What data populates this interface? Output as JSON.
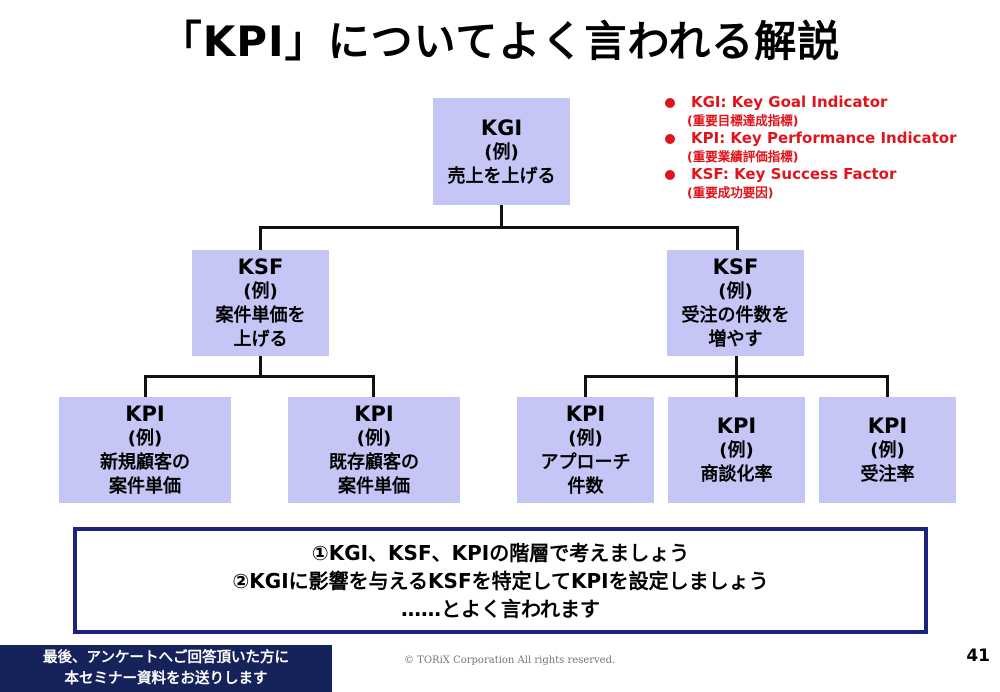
{
  "title": "「KPI」についてよく言われる解説",
  "colors": {
    "node_fill": "#c5c5f6",
    "legend_text": "#e0141c",
    "summary_border": "#1a237e",
    "banner_bg": "#16225a"
  },
  "tree": {
    "kgi": {
      "head": "KGI",
      "example": "(例)",
      "lines": [
        "売上を上げる"
      ]
    },
    "ksf": [
      {
        "head": "KSF",
        "example": "(例)",
        "lines": [
          "案件単価を",
          "上げる"
        ]
      },
      {
        "head": "KSF",
        "example": "(例)",
        "lines": [
          "受注の件数を",
          "増やす"
        ]
      }
    ],
    "kpi": [
      {
        "head": "KPI",
        "example": "(例)",
        "lines": [
          "新規顧客の",
          "案件単価"
        ]
      },
      {
        "head": "KPI",
        "example": "(例)",
        "lines": [
          "既存顧客の",
          "案件単価"
        ]
      },
      {
        "head": "KPI",
        "example": "(例)",
        "lines": [
          "アプローチ",
          "件数"
        ]
      },
      {
        "head": "KPI",
        "example": "(例)",
        "lines": [
          "商談化率"
        ]
      },
      {
        "head": "KPI",
        "example": "(例)",
        "lines": [
          "受注率"
        ]
      }
    ]
  },
  "legend": [
    {
      "term": "KGI: Key Goal Indicator",
      "ja": "(重要目標達成指標)"
    },
    {
      "term": "KPI: Key Performance Indicator",
      "ja": "(重要業績評価指標)"
    },
    {
      "term": "KSF: Key Success Factor",
      "ja": "(重要成功要因)"
    }
  ],
  "summary": {
    "lines": [
      "①KGI、KSF、KPIの階層で考えましょう",
      "②KGIに影響を与えるKSFを特定してKPIを設定しましょう",
      "……とよく言われます"
    ]
  },
  "footer": {
    "banner_lines": [
      "最後、アンケートへご回答頂いた方に",
      "本セミナー資料をお送りします"
    ],
    "copyright": "© TORiX Corporation All rights reserved.",
    "page_number": "41"
  }
}
